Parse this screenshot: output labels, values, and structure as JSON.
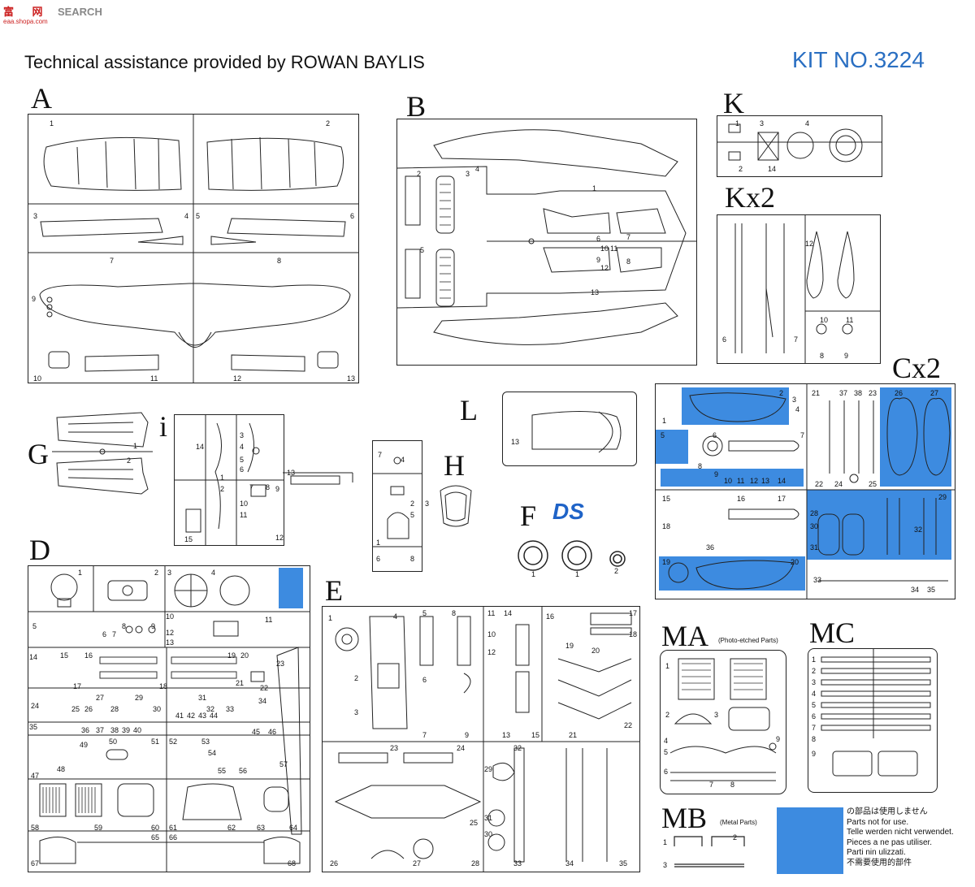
{
  "watermark": {
    "brand": "富",
    "brand2": "网",
    "search": "SEARCH",
    "url": "eaa.shopa.com"
  },
  "header": {
    "assist": "Technical assistance provided by ROWAN BAYLIS",
    "kit": "KIT NO.3224"
  },
  "sprues": {
    "A": {
      "label": "A",
      "nums": [
        "1",
        "2",
        "3",
        "4",
        "5",
        "6",
        "7",
        "8",
        "9",
        "10",
        "11",
        "12",
        "13"
      ]
    },
    "B": {
      "label": "B",
      "nums": [
        "1",
        "2",
        "3",
        "4",
        "5",
        "6",
        "7",
        "8",
        "9",
        "10",
        "11",
        "12",
        "13"
      ]
    },
    "K": {
      "label": "K",
      "nums": [
        "1",
        "2",
        "3",
        "4",
        "14"
      ]
    },
    "Kx2": {
      "label": "Kx2",
      "nums": [
        "6",
        "7",
        "8",
        "9",
        "10",
        "11",
        "12"
      ]
    },
    "Cx2": {
      "label": "Cx2",
      "nums": [
        "1",
        "2",
        "3",
        "4",
        "5",
        "6",
        "7",
        "8",
        "9",
        "10",
        "11",
        "12",
        "13",
        "14",
        "15",
        "16",
        "17",
        "18",
        "19",
        "20",
        "21",
        "22",
        "23",
        "24",
        "25",
        "26",
        "27",
        "28",
        "29",
        "30",
        "31",
        "32",
        "33",
        "34",
        "35",
        "36",
        "37",
        "38"
      ]
    },
    "G": {
      "label": "G",
      "nums": [
        "1",
        "2"
      ]
    },
    "i": {
      "label": "i",
      "nums": [
        "1",
        "2",
        "3",
        "4",
        "5",
        "6",
        "7",
        "8",
        "9",
        "10",
        "11",
        "12",
        "13",
        "14",
        "15"
      ]
    },
    "L": {
      "label": "L",
      "nums": [
        "13"
      ]
    },
    "H": {
      "label": "H",
      "nums": [
        "1",
        "2",
        "3",
        "4",
        "5",
        "6",
        "7",
        "8"
      ]
    },
    "F": {
      "label": "F",
      "nums": [
        "1",
        "1",
        "2"
      ]
    },
    "D": {
      "label": "D",
      "nums": [
        "1",
        "2",
        "3",
        "4",
        "5",
        "6",
        "7",
        "8",
        "9",
        "10",
        "11",
        "12",
        "13",
        "14",
        "15",
        "16",
        "17",
        "18",
        "19",
        "20",
        "21",
        "22",
        "23",
        "24",
        "25",
        "26",
        "27",
        "28",
        "29",
        "30",
        "31",
        "32",
        "33",
        "34",
        "35",
        "36",
        "37",
        "38",
        "39",
        "40",
        "41",
        "42",
        "43",
        "44",
        "45",
        "46",
        "47",
        "48",
        "49",
        "50",
        "51",
        "52",
        "53",
        "54",
        "55",
        "56",
        "57",
        "58",
        "59",
        "60",
        "61",
        "62",
        "63",
        "64",
        "65",
        "66",
        "67",
        "68"
      ]
    },
    "E": {
      "label": "E",
      "nums": [
        "1",
        "2",
        "3",
        "4",
        "5",
        "6",
        "7",
        "8",
        "9",
        "10",
        "11",
        "12",
        "13",
        "14",
        "15",
        "16",
        "17",
        "18",
        "19",
        "20",
        "21",
        "22",
        "23",
        "24",
        "25",
        "26",
        "27",
        "28",
        "29",
        "30",
        "31",
        "32",
        "33",
        "34",
        "35"
      ]
    },
    "MA": {
      "label": "MA",
      "sub": "(Photo-etched Parts)",
      "nums": [
        "1",
        "2",
        "3",
        "4",
        "5",
        "6",
        "7",
        "8",
        "9"
      ]
    },
    "MB": {
      "label": "MB",
      "sub": "(Metal Parts)",
      "nums": [
        "1",
        "2",
        "3"
      ]
    },
    "MC": {
      "label": "MC",
      "nums": [
        "1",
        "2",
        "3",
        "4",
        "5",
        "6",
        "7",
        "8",
        "9"
      ]
    }
  },
  "logo": "DS",
  "notice": {
    "color": "#3d8be0",
    "lines": [
      "の部品は使用しません",
      "Parts not for use.",
      "Telle werden nicht verwendet.",
      "Pieces a ne pas utiliser.",
      "Parti nin ulizzati.",
      "不需要使用的部件"
    ]
  }
}
